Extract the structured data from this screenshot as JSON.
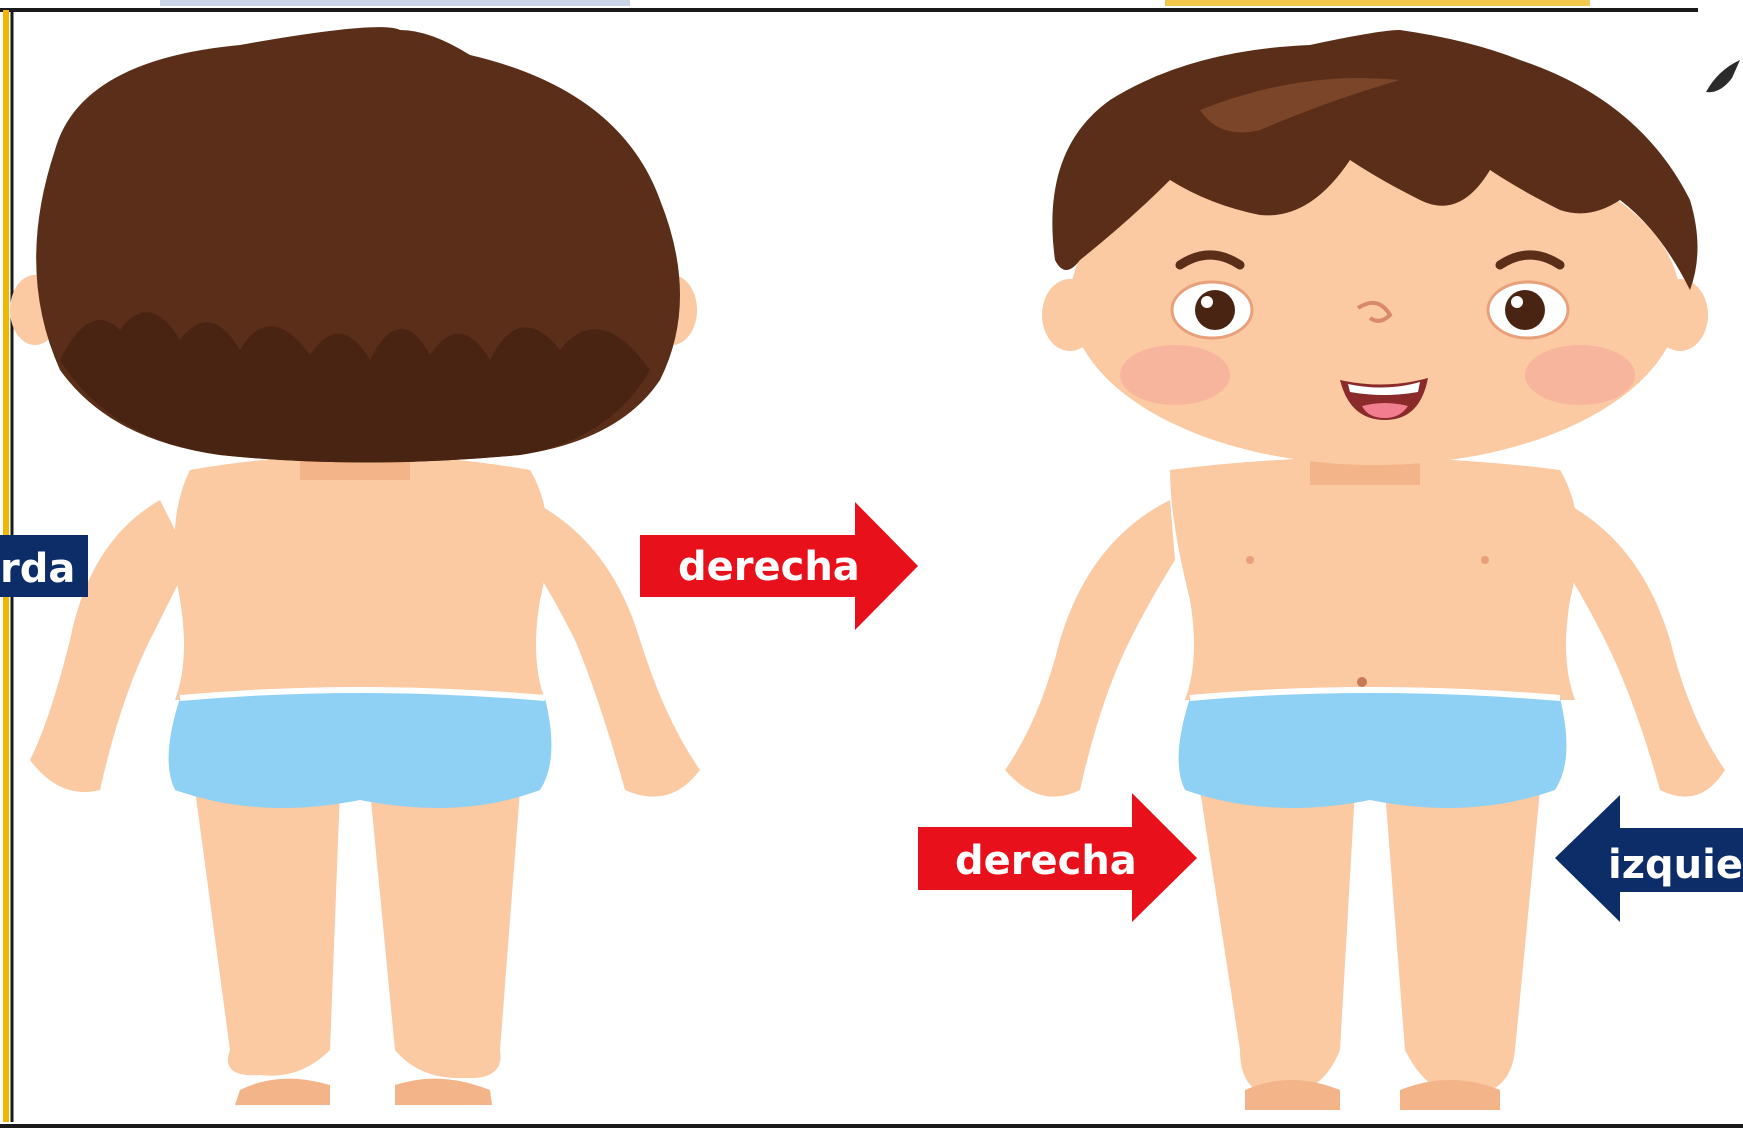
{
  "labels": {
    "back_left": "rda",
    "back_right": "derecha",
    "front_right": "derecha",
    "front_left": "izquier"
  },
  "colors": {
    "red_label": "#e8101a",
    "navy_label": "#0c2d68",
    "skin": "#fbc9a2",
    "skin_shade": "#f3b48a",
    "hair": "#5a2e18",
    "hair_dark": "#4a2412",
    "underwear": "#8fd0f5",
    "frame_gold": "#f2b500",
    "frame_dark": "#1a1a1a"
  },
  "icons": {
    "figure_back": "child-back-view",
    "figure_front": "child-front-view",
    "arrow_right": "arrow-right-icon",
    "arrow_left": "arrow-left-icon"
  }
}
